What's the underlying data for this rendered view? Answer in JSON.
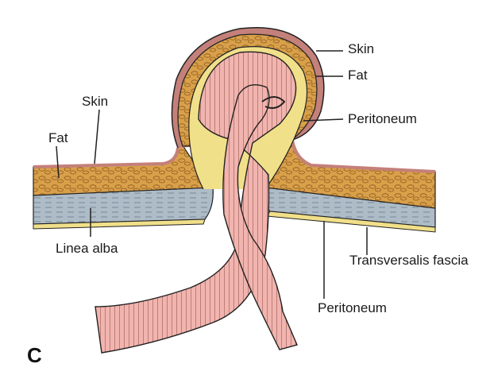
{
  "labels": {
    "skin_left": "Skin",
    "fat_left": "Fat",
    "linea_alba": "Linea alba",
    "skin_right": "Skin",
    "fat_right": "Fat",
    "peritoneum_sac": "Peritoneum",
    "transversalis_fascia": "Transversalis fascia",
    "peritoneum_lower": "Peritoneum"
  },
  "panel_letter": "C",
  "colors": {
    "skin": "#c4807a",
    "fat": "#d9a04a",
    "linea_alba": "#aebcc8",
    "fascia": "#f1e08a",
    "intestine": "#f2b4ae",
    "outline": "#222222"
  }
}
